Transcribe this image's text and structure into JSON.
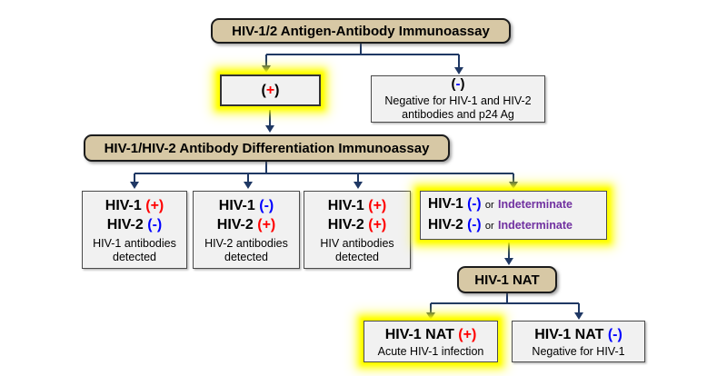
{
  "colors": {
    "positive": "#FF0000",
    "negative": "#0000FF",
    "indeterminate": "#7030A0",
    "connector": "#1F3864",
    "assay_fill": "#D7C8A5",
    "result_fill": "#F1F1F1",
    "highlight_glow": "#FFFF00"
  },
  "flowchart": {
    "screening": {
      "label": "HIV-1/2 Antigen-Antibody Immunoassay"
    },
    "screen_positive": {
      "paren_open": "(",
      "sign": "+",
      "paren_close": ")"
    },
    "screen_negative": {
      "paren_open": "(",
      "sign": "-",
      "paren_close": ")",
      "description": "Negative for HIV-1 and HIV-2 antibodies and p24 Ag"
    },
    "differentiation": {
      "label": "HIV-1/HIV-2 Antibody Differentiation Immunoassay"
    },
    "result_boxes": [
      {
        "row1_label": "HIV-1",
        "row1_result": "(+)",
        "row2_label": "HIV-2",
        "row2_result": "(-)",
        "description": "HIV-1 antibodies detected"
      },
      {
        "row1_label": "HIV-1",
        "row1_result": "(-)",
        "row2_label": "HIV-2",
        "row2_result": "(+)",
        "description": "HIV-2 antibodies detected"
      },
      {
        "row1_label": "HIV-1",
        "row1_result": "(+)",
        "row2_label": "HIV-2",
        "row2_result": "(+)",
        "description": "HIV antibodies detected"
      },
      {
        "row1_label": "HIV-1",
        "row1_result": "(-)",
        "row1_or": "or",
        "row1_indeterminate": "Indeterminate",
        "row2_label": "HIV-2",
        "row2_result": "(-)",
        "row2_or": "or",
        "row2_indeterminate": "Indeterminate"
      }
    ],
    "nat": {
      "label": "HIV-1 NAT"
    },
    "nat_positive": {
      "label": "HIV-1 NAT",
      "result": "(+)",
      "description": "Acute HIV-1 infection"
    },
    "nat_negative": {
      "label": "HIV-1 NAT",
      "result": "(-)",
      "description": "Negative for HIV-1"
    }
  }
}
